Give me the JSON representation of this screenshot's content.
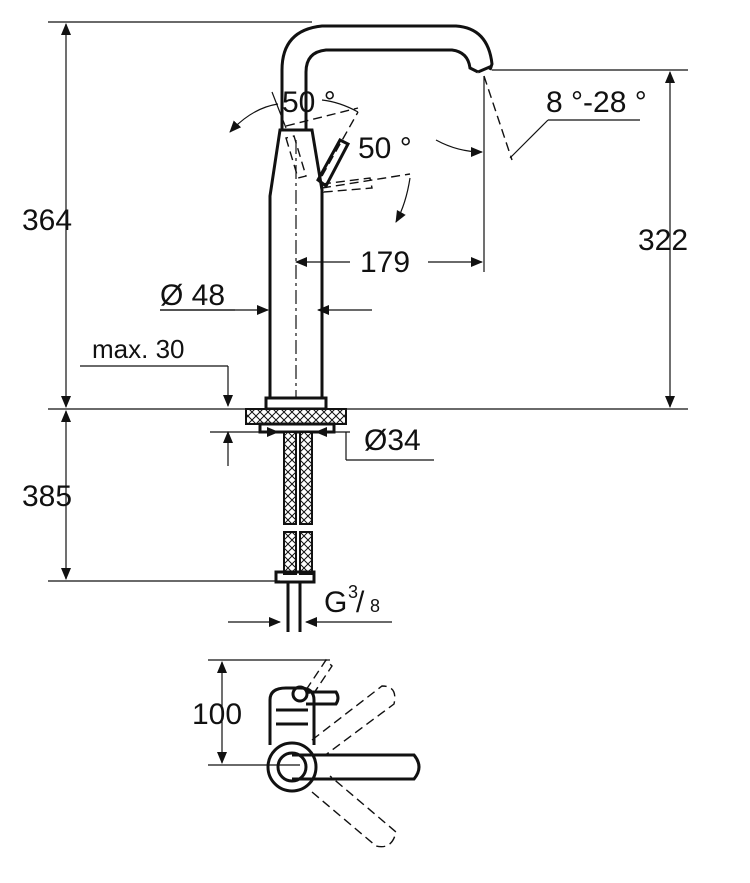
{
  "dimensions": {
    "total_height": "364",
    "spout_height": "322",
    "below_height": "385",
    "reach": "179",
    "body_diameter": "Ø 48",
    "hole_diameter": "Ø34",
    "max_thickness": "max. 30",
    "lever_angle_top": "50 °",
    "lever_angle_side": "50 °",
    "spout_angle": "8 °-28 °",
    "connection_prefix": "G",
    "connection_numerator": "3",
    "connection_slash": "/",
    "connection_denominator": "8",
    "lever_length": "100"
  },
  "colors": {
    "line": "#111111",
    "background": "#ffffff"
  }
}
